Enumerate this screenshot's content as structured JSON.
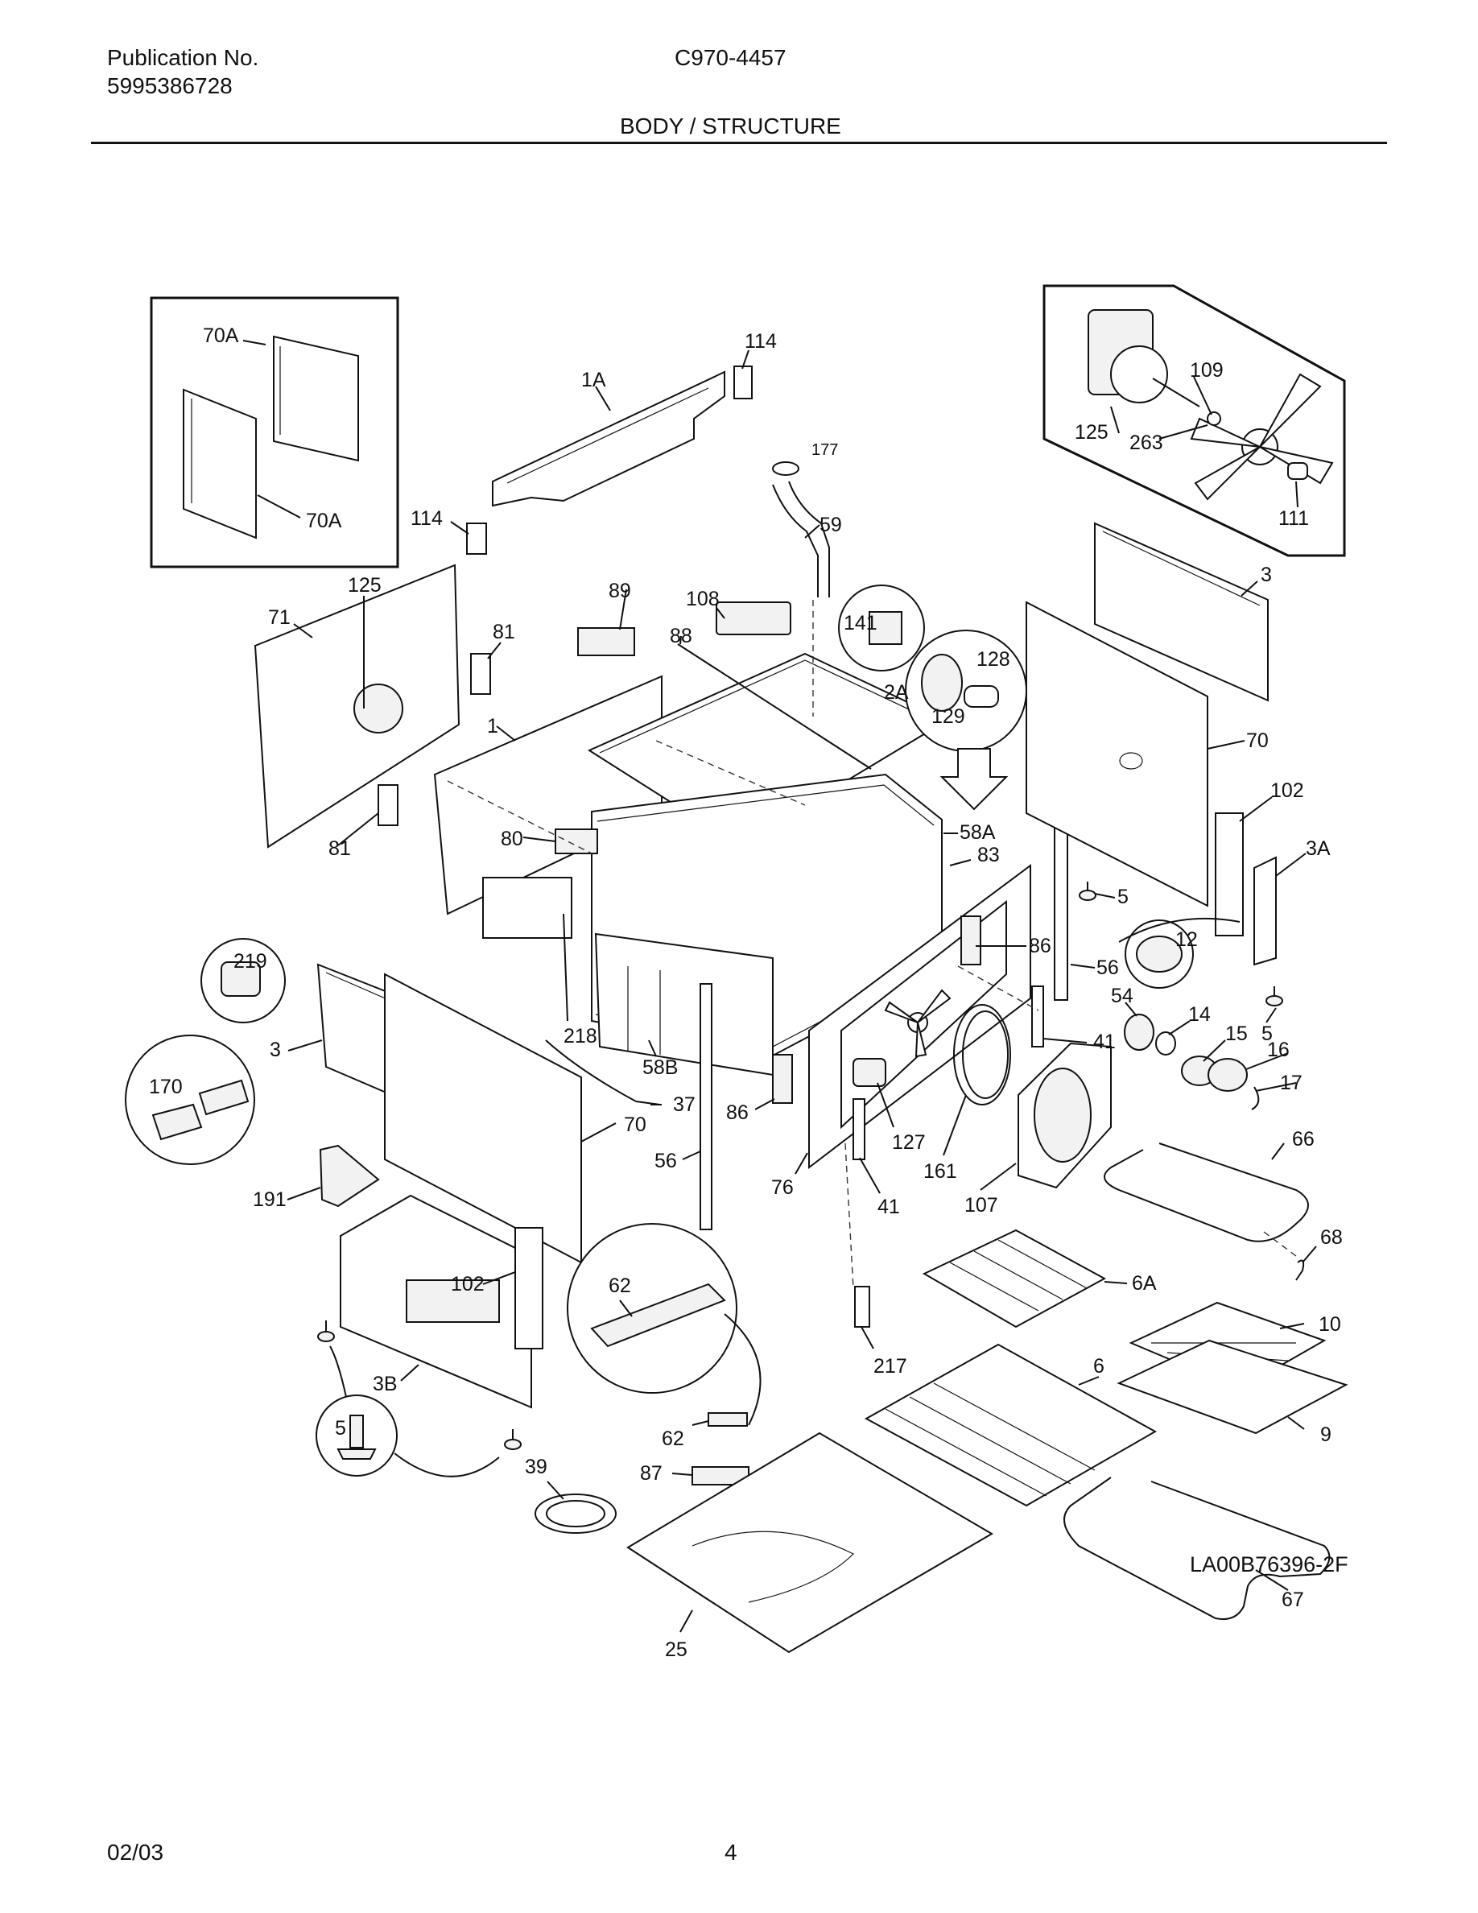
{
  "header": {
    "publication_label": "Publication No.",
    "publication_number": "5995386728",
    "model": "C970-4457",
    "section_title": "BODY / STRUCTURE"
  },
  "footer": {
    "date": "02/03",
    "page": "4",
    "diagram_id": "LA00B76396-2F"
  },
  "callouts": [
    "70A",
    "70A",
    "1A",
    "114",
    "114",
    "177",
    "59",
    "125",
    "109",
    "263",
    "111",
    "71",
    "125",
    "81",
    "89",
    "108",
    "88",
    "141",
    "128",
    "129",
    "2A",
    "3",
    "1",
    "70",
    "102",
    "3A",
    "58A",
    "83",
    "80",
    "81",
    "5",
    "12",
    "86",
    "56",
    "219",
    "54",
    "14",
    "15",
    "16",
    "17",
    "5",
    "41",
    "3",
    "218",
    "58B",
    "170",
    "37",
    "86",
    "70",
    "127",
    "161",
    "107",
    "66",
    "56",
    "76",
    "41",
    "191",
    "68",
    "62",
    "6A",
    "102",
    "10",
    "217",
    "3B",
    "6",
    "9",
    "5",
    "62",
    "39",
    "87",
    "67",
    "25"
  ]
}
